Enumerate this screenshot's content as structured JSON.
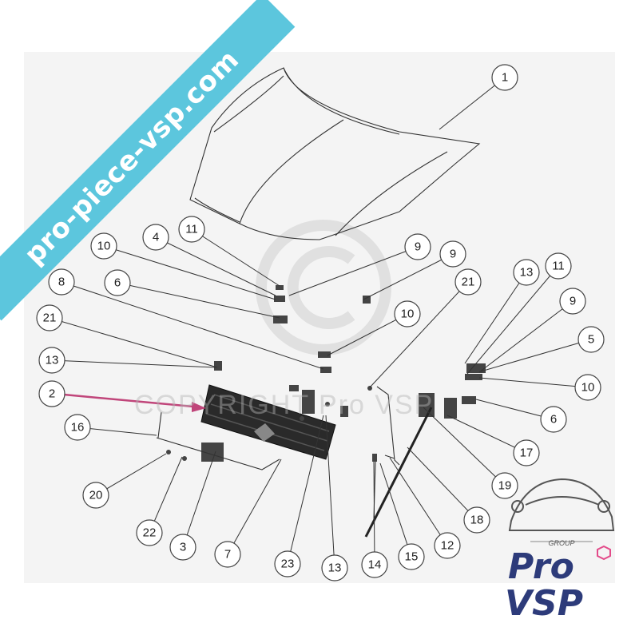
{
  "banner": {
    "text": "pro-piece-vsp.com"
  },
  "watermark": {
    "text": "COPYRIGHT Pro VSP"
  },
  "logo": {
    "group": "GROUP",
    "line1": "Pro",
    "line2": "VSP",
    "brand_color": "#2d3b7a",
    "accent_color": "#e34b8a"
  },
  "colors": {
    "highlight": "#c0457a",
    "callout_stroke": "#444444",
    "background": "#f4f4f4",
    "banner": "#5cc6dd"
  },
  "callouts": [
    {
      "label": "1"
    },
    {
      "label": "11"
    },
    {
      "label": "4"
    },
    {
      "label": "10"
    },
    {
      "label": "9"
    },
    {
      "label": "9"
    },
    {
      "label": "8"
    },
    {
      "label": "6"
    },
    {
      "label": "21"
    },
    {
      "label": "21"
    },
    {
      "label": "10"
    },
    {
      "label": "13"
    },
    {
      "label": "11"
    },
    {
      "label": "9"
    },
    {
      "label": "13"
    },
    {
      "label": "5"
    },
    {
      "label": "10"
    },
    {
      "label": "2"
    },
    {
      "label": "6"
    },
    {
      "label": "16"
    },
    {
      "label": "17"
    },
    {
      "label": "19"
    },
    {
      "label": "20"
    },
    {
      "label": "18"
    },
    {
      "label": "22"
    },
    {
      "label": "3"
    },
    {
      "label": "7"
    },
    {
      "label": "23"
    },
    {
      "label": "13"
    },
    {
      "label": "14"
    },
    {
      "label": "15"
    },
    {
      "label": "12"
    }
  ]
}
